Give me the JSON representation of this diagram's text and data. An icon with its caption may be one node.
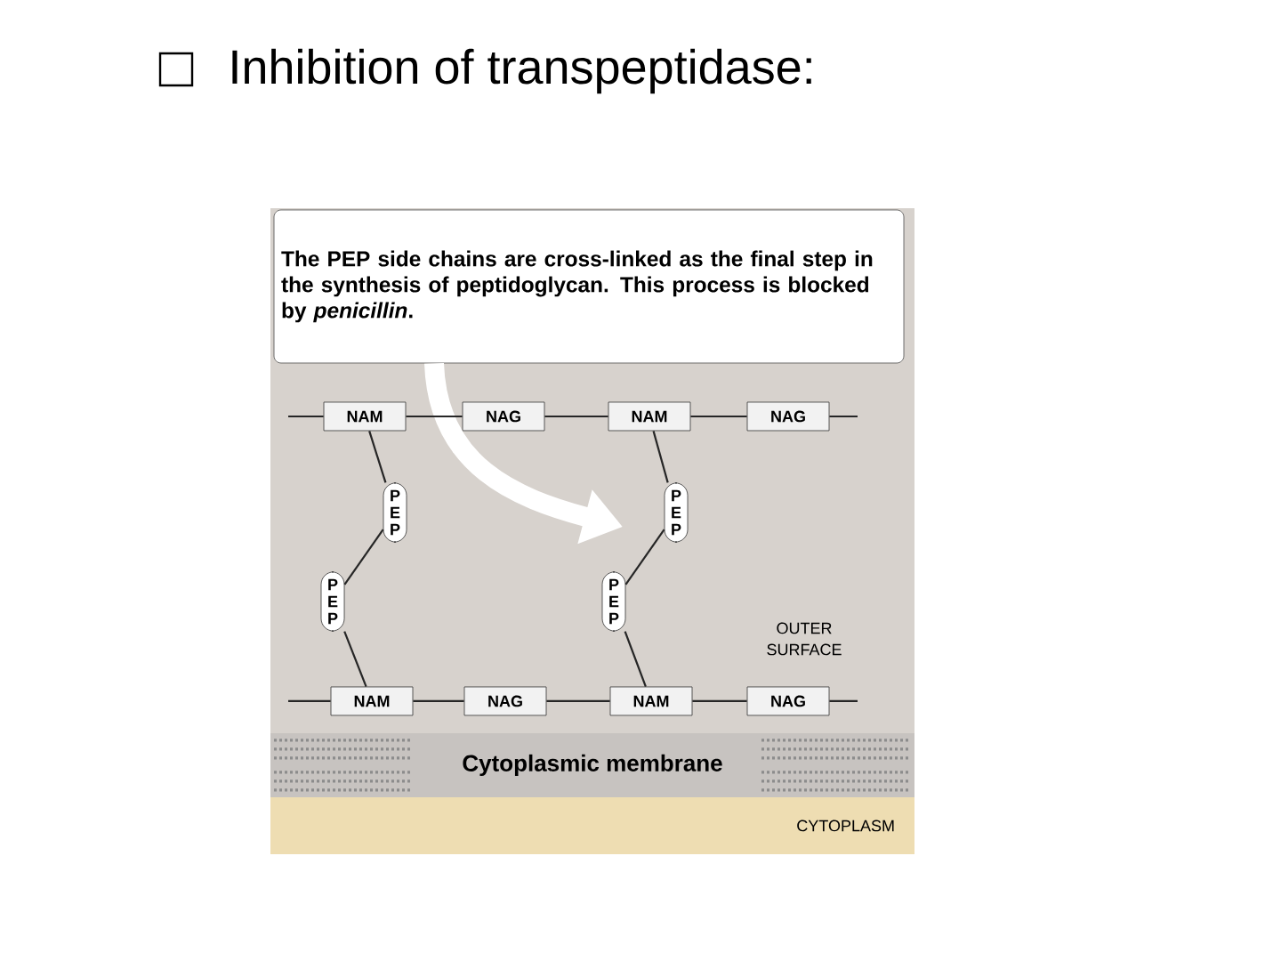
{
  "diagram": {
    "title": "Inhibition of transpeptidase:",
    "nodes": [
      {
        "text": [
          "The PEP side chains are cross-linked as the final step in the synthesis of peptidoglycan. This process is blocked by *penicillin*."
        ]
      },
      {
        "text": [
          "NAM"
        ]
      },
      {
        "text": [
          "NAG"
        ]
      },
      {
        "text": [
          "NAM"
        ]
      },
      {
        "text": [
          "NAG"
        ]
      },
      {
        "text": [
          "P E P"
        ]
      },
      {
        "text": [
          "P E P"
        ]
      },
      {
        "text": [
          "P E P"
        ]
      },
      {
        "text": [
          "P E P"
        ]
      },
      {
        "text": [
          "NAM"
        ]
      },
      {
        "text": [
          "NAG"
        ]
      },
      {
        "text": [
          "NAM"
        ]
      },
      {
        "text": [
          "NAG"
        ]
      },
      {
        "text": [
          "Cytoplasmic membrane"
        ]
      },
      {
        "text": [
          "CYTOPLASM"
        ]
      }
    ],
    "edges": [
      {
        "from": 0,
        "to": null,
        "arrow": "to",
        "style": "thick",
        "color": "#ffffff"
      },
      {
        "from": null,
        "to": 1,
        "arrow": "none"
      },
      {
        "from": 1,
        "to": 2,
        "arrow": "none"
      },
      {
        "from": 2,
        "to": 3,
        "arrow": "none"
      },
      {
        "from": 3,
        "to": 4,
        "arrow": "none"
      },
      {
        "from": 4,
        "to": null,
        "arrow": "none"
      },
      {
        "from": null,
        "to": 9,
        "arrow": "none"
      },
      {
        "from": 9,
        "to": 10,
        "arrow": "none"
      },
      {
        "from": 10,
        "to": 11,
        "arrow": "none"
      },
      {
        "from": 11,
        "to": 12,
        "arrow": "none"
      },
      {
        "from": 12,
        "to": null,
        "arrow": "none"
      },
      {
        "from": 1,
        "to": 5,
        "arrow": "none"
      },
      {
        "from": 3,
        "to": 6,
        "arrow": "none"
      },
      {
        "from": 5,
        "to": 7,
        "arrow": "none"
      },
      {
        "from": 6,
        "to": 8,
        "arrow": "none"
      },
      {
        "from": 7,
        "to": 9,
        "arrow": "none"
      },
      {
        "from": 8,
        "to": 11,
        "arrow": "none"
      }
    ],
    "labels": [
      "OUTER SURFACE"
    ]
  }
}
